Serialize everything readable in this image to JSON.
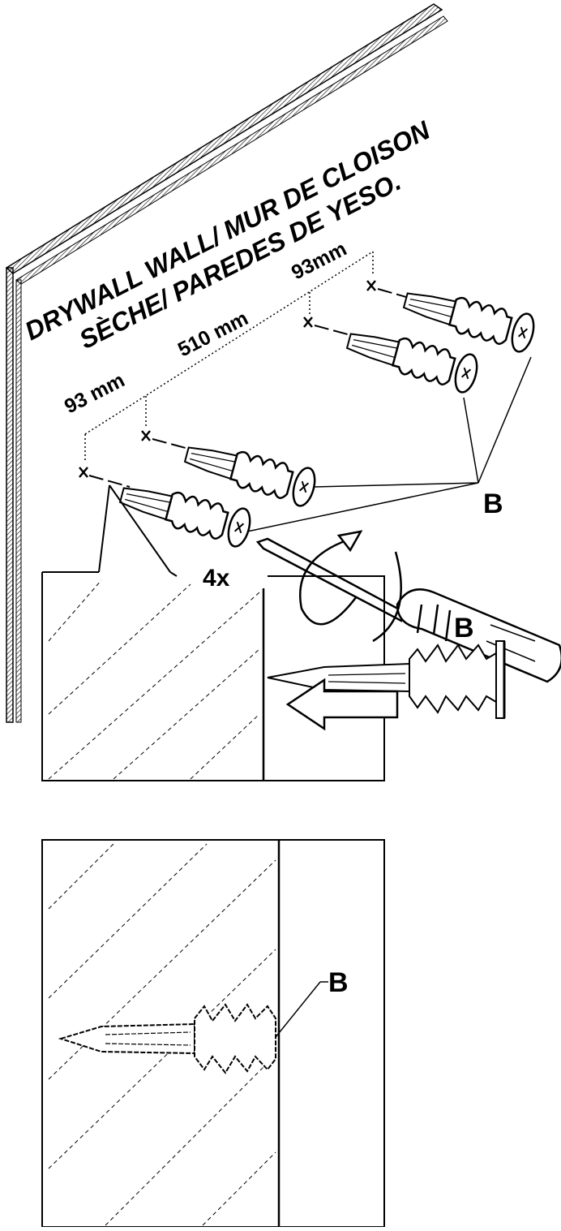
{
  "wall_title": {
    "line1": "DRYWALL WALL/ MUR DE CLOISON",
    "line2": "SÈCHE/ PAREDES DE YESO."
  },
  "dimensions": {
    "left": "93 mm",
    "middle": "510 mm",
    "right": "93mm"
  },
  "part_labels": {
    "main": "B",
    "detail_top": "B",
    "detail_bottom": "B"
  },
  "quantity": "4x"
}
